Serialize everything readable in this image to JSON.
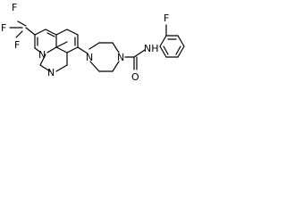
{
  "molecule": {
    "atoms": {
      "f1": "F",
      "f2": "F",
      "f3": "F",
      "n_ring_top": "N",
      "n_ring_left": "N",
      "n_pip_top": "N",
      "n_pip_bottom": "N",
      "o": "O",
      "nh": "NH",
      "f_aryl": "F"
    },
    "colors": {
      "bond": "#000000",
      "label": "#000000",
      "background": "#ffffff"
    }
  }
}
